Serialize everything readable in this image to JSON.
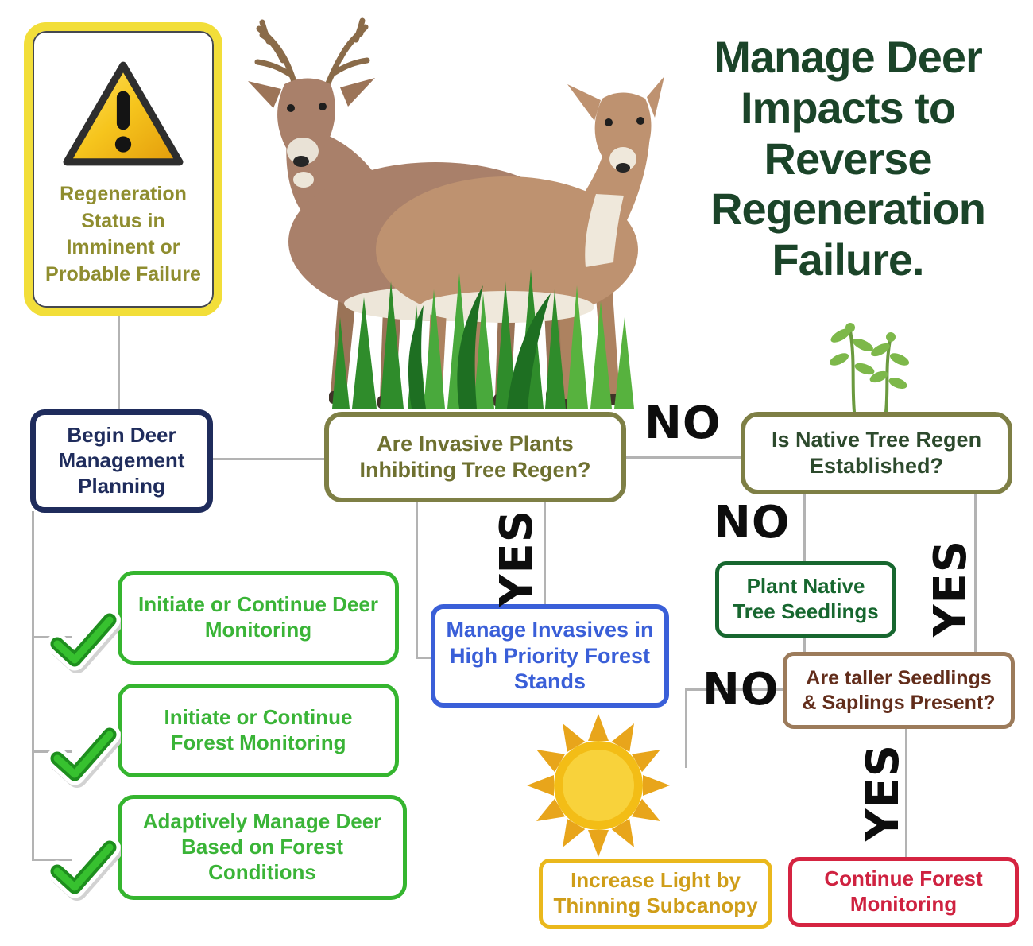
{
  "title": {
    "text": "Manage Deer Impacts to Reverse Regeneration Failure."
  },
  "alert_box": {
    "text": "Regeneration Status in Imminent or Probable Failure",
    "icon": "warning-triangle-icon"
  },
  "flowchart": {
    "begin_box": {
      "text": "Begin Deer Management Planning"
    },
    "invasive_question": {
      "text": "Are Invasive Plants Inhibiting Tree Regen?"
    },
    "native_question": {
      "text": "Is Native Tree Regen Established?"
    },
    "taller_question": {
      "text": "Are taller Seedlings & Saplings Present?"
    },
    "manage_invasives_box": {
      "text": "Manage Invasives in High Priority Forest Stands"
    },
    "plant_native_box": {
      "text": "Plant Native Tree Seedlings"
    },
    "increase_light_box": {
      "text": "Increase Light by Thinning Subcanopy"
    },
    "continue_monitoring_box": {
      "text": "Continue Forest Monitoring"
    },
    "edge_labels": {
      "invasive_no": "NO",
      "invasive_yes": "YES",
      "native_no": "NO",
      "native_yes": "YES",
      "taller_no": "NO",
      "taller_yes": "YES"
    }
  },
  "action_boxes": [
    {
      "text": "Initiate or Continue Deer Monitoring",
      "icon": "check-icon"
    },
    {
      "text": "Initiate or Continue Forest Monitoring",
      "icon": "check-icon"
    },
    {
      "text": "Adaptively Manage Deer Based on Forest Conditions",
      "icon": "check-icon"
    }
  ],
  "icons": {
    "alert": "warning-triangle-icon",
    "sun": "sun-icon",
    "check": "check-icon",
    "deer": "deer-illustration",
    "grass": "grass-illustration",
    "seedlings": "seedlings-illustration"
  },
  "colors": {
    "title_green": "#1B4429",
    "alert_yellow": "#F2DE39",
    "alert_text_olive": "#8F8D2F",
    "navy": "#1F2C5C",
    "olive_border": "#7E7F45",
    "invasive_text": "#6E7030",
    "native_text": "#2D4A2D",
    "blue": "#3A5FD8",
    "dark_green": "#17672F",
    "brown_border": "#9C7B5B",
    "brown_text": "#622D1B",
    "gold_border": "#EAB81C",
    "gold_text": "#CF9D18",
    "red": "#D52441",
    "bright_green": "#35B52F",
    "connector_gray": "#B3B3B3",
    "label_black": "#0D0D0D"
  }
}
